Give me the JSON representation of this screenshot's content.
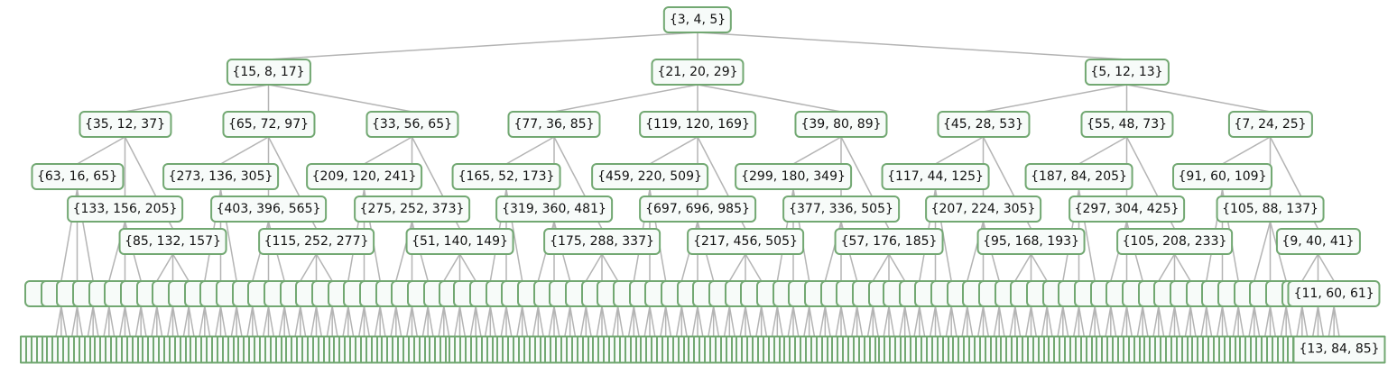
{
  "tree": {
    "levels": [
      [
        "{3, 4, 5}"
      ],
      [
        "{15, 8, 17}",
        "{21, 20, 29}",
        "{5, 12, 13}"
      ],
      [
        "{35, 12, 37}",
        "{65, 72, 97}",
        "{33, 56, 65}",
        "{77, 36, 85}",
        "{119, 120, 169}",
        "{39, 80, 89}",
        "{45, 28, 53}",
        "{55, 48, 73}",
        "{7, 24, 25}"
      ],
      [
        "{63, 16, 65}",
        "{133, 156, 205}",
        "{85, 132, 157}",
        "{273, 136, 305}",
        "{403, 396, 565}",
        "{115, 252, 277}",
        "{209, 120, 241}",
        "{275, 252, 373}",
        "{51, 140, 149}",
        "{165, 52, 173}",
        "{319, 360, 481}",
        "{175, 288, 337}",
        "{459, 220, 509}",
        "{697, 696, 985}",
        "{217, 456, 505}",
        "{299, 180, 349}",
        "{377, 336, 505}",
        "{57, 176, 185}",
        "{117, 44, 125}",
        "{207, 224, 305}",
        "{95, 168, 193}",
        "{187, 84, 205}",
        "{297, 304, 425}",
        "{105, 208, 233}",
        "{91, 60, 109}",
        "{105, 88, 137}",
        "{9, 40, 41}"
      ]
    ],
    "level4_last_label": "{11, 60, 61}",
    "level5_last_label": "{13, 84, 85}",
    "colors": {
      "edge": "#b4b4b4",
      "node_border": "#72a872",
      "node_fill": "#f7fbf9"
    }
  }
}
